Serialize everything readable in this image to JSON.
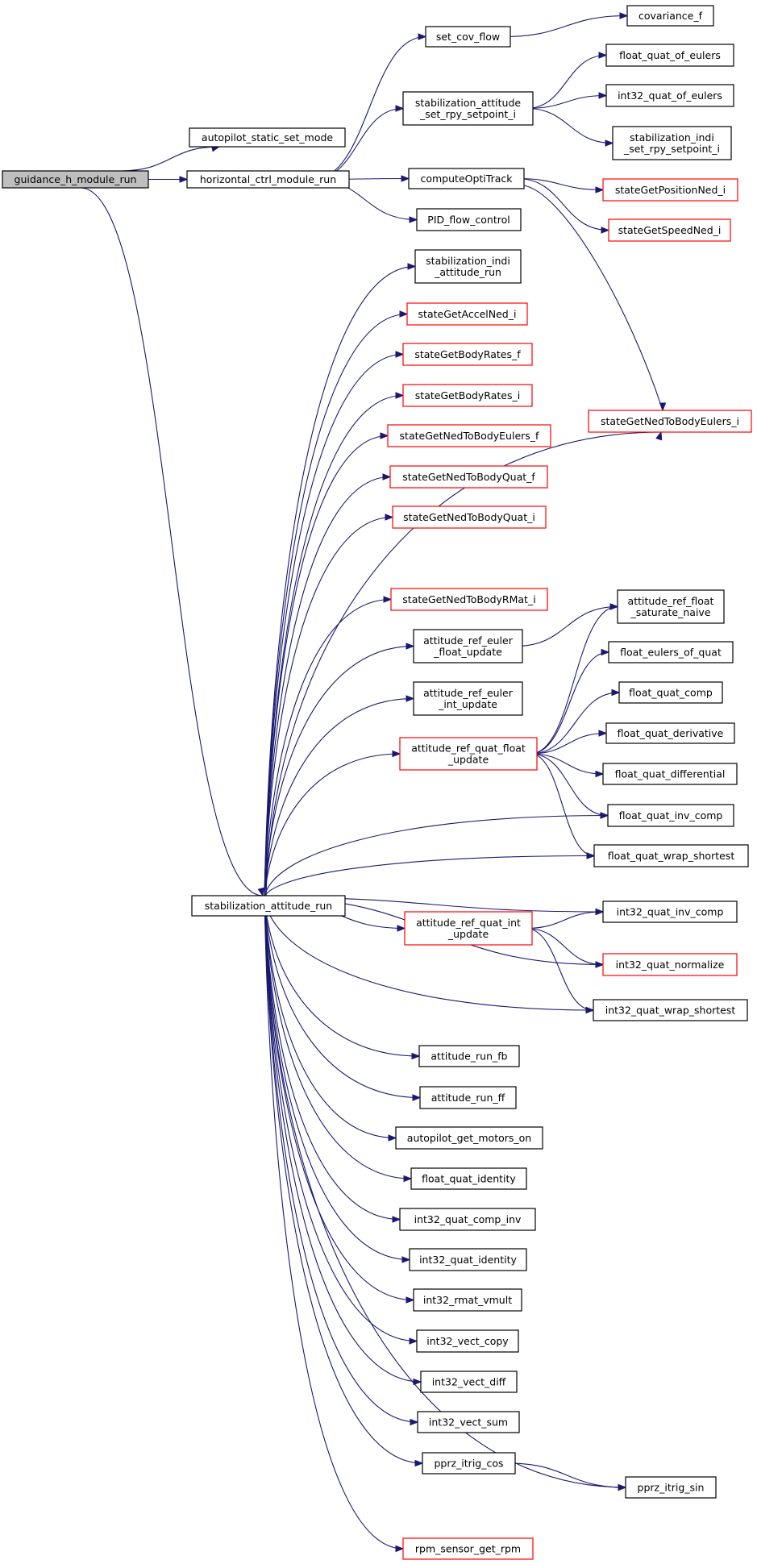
{
  "colors": {
    "edge": "#191970",
    "root_fill": "#bfbfbf",
    "node_fill": "#ffffff",
    "node_border": "#000000",
    "link_border": "#ff0000"
  },
  "nodes": {
    "guidance_h_module_run": {
      "label": [
        "guidance_h_module_run"
      ],
      "kind": "root"
    },
    "autopilot_static_set_mode": {
      "label": [
        "autopilot_static_set_mode"
      ],
      "kind": "normal"
    },
    "horizontal_ctrl_module_run": {
      "label": [
        "horizontal_ctrl_module_run"
      ],
      "kind": "normal"
    },
    "set_cov_flow": {
      "label": [
        "set_cov_flow"
      ],
      "kind": "normal"
    },
    "covariance_f": {
      "label": [
        "covariance_f"
      ],
      "kind": "normal"
    },
    "stabilization_attitude_set_rpy_setpoint_i": {
      "label": [
        "stabilization_attitude",
        "_set_rpy_setpoint_i"
      ],
      "kind": "normal"
    },
    "float_quat_of_eulers": {
      "label": [
        "float_quat_of_eulers"
      ],
      "kind": "normal"
    },
    "int32_quat_of_eulers": {
      "label": [
        "int32_quat_of_eulers"
      ],
      "kind": "normal"
    },
    "stabilization_indi_set_rpy_setpoint_i": {
      "label": [
        "stabilization_indi",
        "_set_rpy_setpoint_i"
      ],
      "kind": "normal"
    },
    "computeOptiTrack": {
      "label": [
        "computeOptiTrack"
      ],
      "kind": "normal"
    },
    "stateGetPositionNed_i": {
      "label": [
        "stateGetPositionNed_i"
      ],
      "kind": "red"
    },
    "stateGetSpeedNed_i": {
      "label": [
        "stateGetSpeedNed_i"
      ],
      "kind": "red"
    },
    "PID_flow_control": {
      "label": [
        "PID_flow_control"
      ],
      "kind": "normal"
    },
    "stabilization_indi_attitude_run": {
      "label": [
        "stabilization_indi",
        "_attitude_run"
      ],
      "kind": "normal"
    },
    "stateGetAccelNed_i": {
      "label": [
        "stateGetAccelNed_i"
      ],
      "kind": "red"
    },
    "stateGetBodyRates_f": {
      "label": [
        "stateGetBodyRates_f"
      ],
      "kind": "red"
    },
    "stateGetBodyRates_i": {
      "label": [
        "stateGetBodyRates_i"
      ],
      "kind": "red"
    },
    "stateGetNedToBodyEulers_f": {
      "label": [
        "stateGetNedToBodyEulers_f"
      ],
      "kind": "red"
    },
    "stateGetNedToBodyEulers_i": {
      "label": [
        "stateGetNedToBodyEulers_i"
      ],
      "kind": "red"
    },
    "stateGetNedToBodyQuat_f": {
      "label": [
        "stateGetNedToBodyQuat_f"
      ],
      "kind": "red"
    },
    "stateGetNedToBodyQuat_i": {
      "label": [
        "stateGetNedToBodyQuat_i"
      ],
      "kind": "red"
    },
    "stateGetNedToBodyRMat_i": {
      "label": [
        "stateGetNedToBodyRMat_i"
      ],
      "kind": "red"
    },
    "attitude_ref_float_saturate_naive": {
      "label": [
        "attitude_ref_float",
        "_saturate_naive"
      ],
      "kind": "normal"
    },
    "attitude_ref_euler_float_update": {
      "label": [
        "attitude_ref_euler",
        "_float_update"
      ],
      "kind": "normal"
    },
    "float_eulers_of_quat": {
      "label": [
        "float_eulers_of_quat"
      ],
      "kind": "normal"
    },
    "attitude_ref_euler_int_update": {
      "label": [
        "attitude_ref_euler",
        "_int_update"
      ],
      "kind": "normal"
    },
    "float_quat_comp": {
      "label": [
        "float_quat_comp"
      ],
      "kind": "normal"
    },
    "attitude_ref_quat_float_update": {
      "label": [
        "attitude_ref_quat_float",
        "_update"
      ],
      "kind": "red"
    },
    "float_quat_derivative": {
      "label": [
        "float_quat_derivative"
      ],
      "kind": "normal"
    },
    "float_quat_differential": {
      "label": [
        "float_quat_differential"
      ],
      "kind": "normal"
    },
    "float_quat_inv_comp": {
      "label": [
        "float_quat_inv_comp"
      ],
      "kind": "normal"
    },
    "float_quat_wrap_shortest": {
      "label": [
        "float_quat_wrap_shortest"
      ],
      "kind": "normal"
    },
    "stabilization_attitude_run": {
      "label": [
        "stabilization_attitude_run"
      ],
      "kind": "normal"
    },
    "int32_quat_inv_comp": {
      "label": [
        "int32_quat_inv_comp"
      ],
      "kind": "normal"
    },
    "attitude_ref_quat_int_update": {
      "label": [
        "attitude_ref_quat_int",
        "_update"
      ],
      "kind": "red"
    },
    "int32_quat_normalize": {
      "label": [
        "int32_quat_normalize"
      ],
      "kind": "red"
    },
    "int32_quat_wrap_shortest": {
      "label": [
        "int32_quat_wrap_shortest"
      ],
      "kind": "normal"
    },
    "attitude_run_fb": {
      "label": [
        "attitude_run_fb"
      ],
      "kind": "normal"
    },
    "attitude_run_ff": {
      "label": [
        "attitude_run_ff"
      ],
      "kind": "normal"
    },
    "autopilot_get_motors_on": {
      "label": [
        "autopilot_get_motors_on"
      ],
      "kind": "normal"
    },
    "float_quat_identity": {
      "label": [
        "float_quat_identity"
      ],
      "kind": "normal"
    },
    "int32_quat_comp_inv": {
      "label": [
        "int32_quat_comp_inv"
      ],
      "kind": "normal"
    },
    "int32_quat_identity": {
      "label": [
        "int32_quat_identity"
      ],
      "kind": "normal"
    },
    "int32_rmat_vmult": {
      "label": [
        "int32_rmat_vmult"
      ],
      "kind": "normal"
    },
    "int32_vect_copy": {
      "label": [
        "int32_vect_copy"
      ],
      "kind": "normal"
    },
    "int32_vect_diff": {
      "label": [
        "int32_vect_diff"
      ],
      "kind": "normal"
    },
    "int32_vect_sum": {
      "label": [
        "int32_vect_sum"
      ],
      "kind": "normal"
    },
    "pprz_itrig_cos": {
      "label": [
        "pprz_itrig_cos"
      ],
      "kind": "normal"
    },
    "pprz_itrig_sin": {
      "label": [
        "pprz_itrig_sin"
      ],
      "kind": "normal"
    },
    "rpm_sensor_get_rpm": {
      "label": [
        "rpm_sensor_get_rpm"
      ],
      "kind": "red"
    }
  },
  "edges": [
    [
      "guidance_h_module_run",
      "autopilot_static_set_mode"
    ],
    [
      "guidance_h_module_run",
      "horizontal_ctrl_module_run"
    ],
    [
      "guidance_h_module_run",
      "stabilization_attitude_run"
    ],
    [
      "horizontal_ctrl_module_run",
      "set_cov_flow"
    ],
    [
      "horizontal_ctrl_module_run",
      "stabilization_attitude_set_rpy_setpoint_i"
    ],
    [
      "horizontal_ctrl_module_run",
      "computeOptiTrack"
    ],
    [
      "horizontal_ctrl_module_run",
      "PID_flow_control"
    ],
    [
      "set_cov_flow",
      "covariance_f"
    ],
    [
      "stabilization_attitude_set_rpy_setpoint_i",
      "float_quat_of_eulers"
    ],
    [
      "stabilization_attitude_set_rpy_setpoint_i",
      "int32_quat_of_eulers"
    ],
    [
      "stabilization_attitude_set_rpy_setpoint_i",
      "stabilization_indi_set_rpy_setpoint_i"
    ],
    [
      "computeOptiTrack",
      "stateGetPositionNed_i"
    ],
    [
      "computeOptiTrack",
      "stateGetSpeedNed_i"
    ],
    [
      "computeOptiTrack",
      "stateGetNedToBodyEulers_i"
    ],
    [
      "stabilization_attitude_run",
      "stabilization_indi_attitude_run"
    ],
    [
      "stabilization_attitude_run",
      "stateGetAccelNed_i"
    ],
    [
      "stabilization_attitude_run",
      "stateGetBodyRates_f"
    ],
    [
      "stabilization_attitude_run",
      "stateGetBodyRates_i"
    ],
    [
      "stabilization_attitude_run",
      "stateGetNedToBodyEulers_f"
    ],
    [
      "stabilization_attitude_run",
      "stateGetNedToBodyQuat_f"
    ],
    [
      "stabilization_attitude_run",
      "stateGetNedToBodyQuat_i"
    ],
    [
      "stabilization_attitude_run",
      "stateGetNedToBodyEulers_i"
    ],
    [
      "stabilization_attitude_run",
      "stateGetNedToBodyRMat_i"
    ],
    [
      "stabilization_attitude_run",
      "attitude_ref_euler_float_update"
    ],
    [
      "stabilization_attitude_run",
      "attitude_ref_euler_int_update"
    ],
    [
      "stabilization_attitude_run",
      "attitude_ref_quat_float_update"
    ],
    [
      "stabilization_attitude_run",
      "float_quat_inv_comp"
    ],
    [
      "stabilization_attitude_run",
      "float_quat_wrap_shortest"
    ],
    [
      "stabilization_attitude_run",
      "int32_quat_inv_comp"
    ],
    [
      "stabilization_attitude_run",
      "attitude_ref_quat_int_update"
    ],
    [
      "stabilization_attitude_run",
      "int32_quat_normalize"
    ],
    [
      "stabilization_attitude_run",
      "int32_quat_wrap_shortest"
    ],
    [
      "stabilization_attitude_run",
      "attitude_run_fb"
    ],
    [
      "stabilization_attitude_run",
      "attitude_run_ff"
    ],
    [
      "stabilization_attitude_run",
      "autopilot_get_motors_on"
    ],
    [
      "stabilization_attitude_run",
      "float_quat_identity"
    ],
    [
      "stabilization_attitude_run",
      "int32_quat_comp_inv"
    ],
    [
      "stabilization_attitude_run",
      "int32_quat_identity"
    ],
    [
      "stabilization_attitude_run",
      "int32_rmat_vmult"
    ],
    [
      "stabilization_attitude_run",
      "int32_vect_copy"
    ],
    [
      "stabilization_attitude_run",
      "int32_vect_diff"
    ],
    [
      "stabilization_attitude_run",
      "int32_vect_sum"
    ],
    [
      "stabilization_attitude_run",
      "pprz_itrig_cos"
    ],
    [
      "stabilization_attitude_run",
      "pprz_itrig_sin"
    ],
    [
      "stabilization_attitude_run",
      "rpm_sensor_get_rpm"
    ],
    [
      "attitude_ref_euler_float_update",
      "attitude_ref_float_saturate_naive"
    ],
    [
      "attitude_ref_quat_float_update",
      "attitude_ref_float_saturate_naive"
    ],
    [
      "attitude_ref_quat_float_update",
      "float_eulers_of_quat"
    ],
    [
      "attitude_ref_quat_float_update",
      "float_quat_comp"
    ],
    [
      "attitude_ref_quat_float_update",
      "float_quat_derivative"
    ],
    [
      "attitude_ref_quat_float_update",
      "float_quat_differential"
    ],
    [
      "attitude_ref_quat_float_update",
      "float_quat_inv_comp"
    ],
    [
      "attitude_ref_quat_float_update",
      "float_quat_wrap_shortest"
    ],
    [
      "attitude_ref_quat_int_update",
      "int32_quat_inv_comp"
    ],
    [
      "attitude_ref_quat_int_update",
      "int32_quat_normalize"
    ],
    [
      "attitude_ref_quat_int_update",
      "int32_quat_wrap_shortest"
    ],
    [
      "pprz_itrig_cos",
      "pprz_itrig_sin"
    ]
  ]
}
